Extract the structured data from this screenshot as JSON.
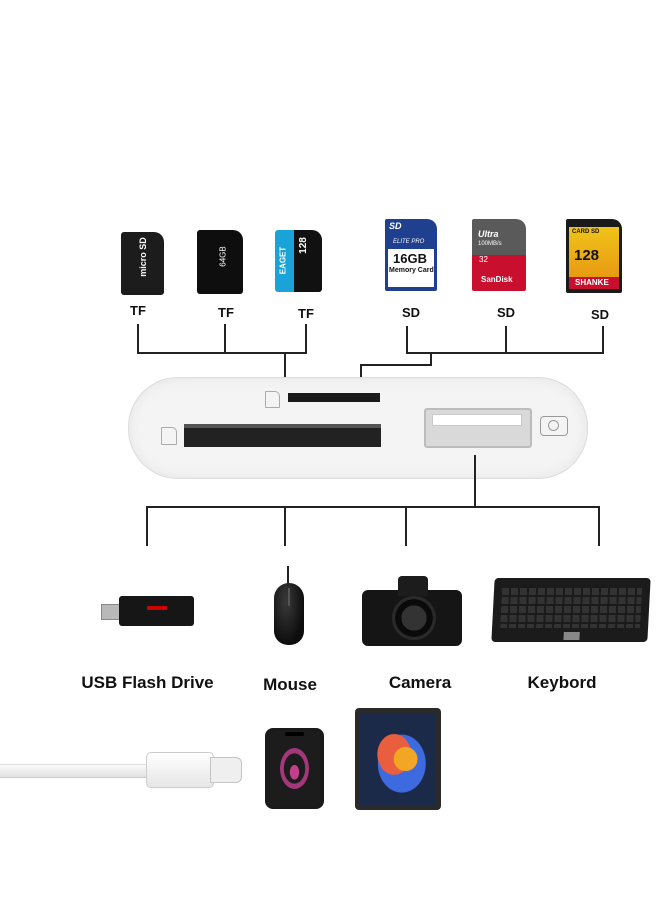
{
  "card_labels": [
    "TF",
    "TF",
    "TF",
    "SD",
    "SD",
    "SD"
  ],
  "card_texts": {
    "tf1": "micro SD",
    "tf2_size": "64GB",
    "tf3_brand": "EAGET",
    "tf3_size": "128",
    "sd1_brand": "SD",
    "sd1_sub": "ELITE PRO",
    "sd1_size": "16GB",
    "sd1_name": "Memory Card",
    "sd2_brand": "Ultra",
    "sd2_speed": "100MB/s",
    "sd2_size": "32",
    "sd2_maker": "SanDisk",
    "sd3_title": "CARD SD",
    "sd3_size": "128",
    "sd3_maker": "SHANKE"
  },
  "devices": {
    "usb": "USB Flash Drive",
    "mouse": "Mouse",
    "camera": "Camera",
    "keyboard": "Keybord"
  },
  "colors": {
    "line": "#222222",
    "adapter_body": "#f4f4f4",
    "slot": "#1a1a1a",
    "cable": "#f2f2f2"
  }
}
